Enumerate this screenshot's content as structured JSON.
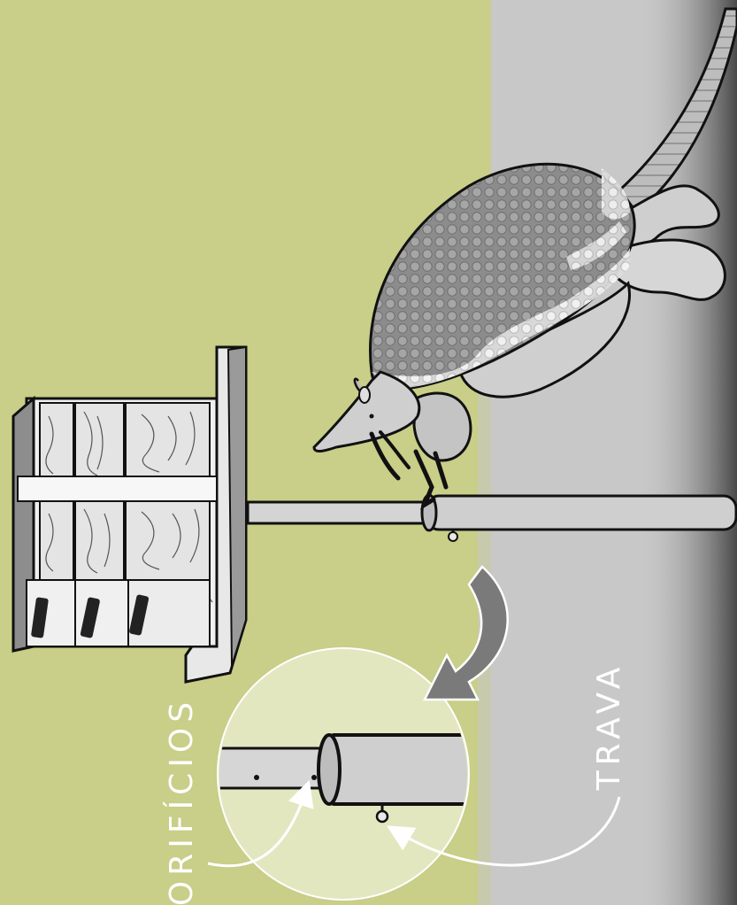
{
  "labels": {
    "holes": "ORIFÍCIOS",
    "latch": "TRAVA"
  },
  "colors": {
    "grass": "#c9ce88",
    "ground": "#c8c8c8",
    "shadow": "#555555",
    "pipe_fill": "#cfcfcf",
    "outline": "#111111",
    "shell": "#8a8a8a",
    "shell_band": "#f2f2f2",
    "arrow": "#7a7a7a",
    "magnifier": "#eef2d8",
    "label_text": "#ffffff"
  },
  "icons": [
    "armadillo",
    "hive-box",
    "pipe-stand",
    "magnifier-circle",
    "curved-arrow"
  ]
}
